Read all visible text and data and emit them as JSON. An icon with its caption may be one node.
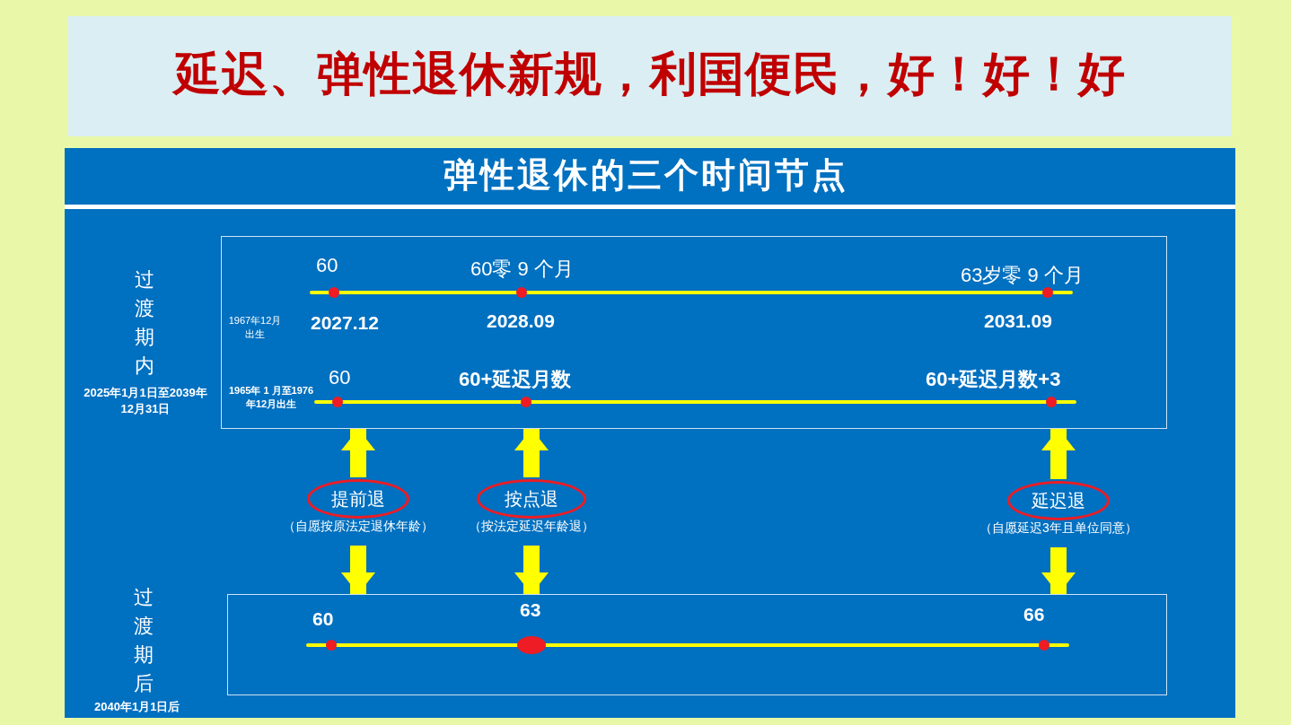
{
  "diagram": {
    "title": "延迟、弹性退休新规，利国便民，好！好！好",
    "nodes": [
      {
        "text": [],
        "shape": "box"
      },
      {
        "text": [],
        "shape": "box"
      },
      {
        "text": [
          "提前退"
        ],
        "beside": [
          "（自愿按原法定退休年龄）"
        ]
      },
      {
        "text": [
          "按点退"
        ],
        "beside": [
          "（按法定延迟年龄退）"
        ]
      },
      {
        "text": [
          "延迟退"
        ],
        "beside": [
          "（自愿延迟3年且单位同意）"
        ]
      }
    ],
    "edges": [
      {
        "from": 2,
        "to": 0,
        "arrow": "to"
      },
      {
        "from": 3,
        "to": 0,
        "arrow": "to"
      },
      {
        "from": 4,
        "to": 0,
        "arrow": "to"
      },
      {
        "from": 2,
        "to": 1,
        "arrow": "to"
      },
      {
        "from": 3,
        "to": 1,
        "arrow": "to"
      },
      {
        "from": 4,
        "to": 1,
        "arrow": "to"
      }
    ],
    "labels": [
      "弹性退休的三个时间节点",
      "过渡期内",
      "60",
      "60零 9 个月",
      "63岁零 9 个月",
      "1967年12月出生",
      "2027.12",
      "2028.09",
      "2031.09",
      "60",
      "60+延迟月数",
      "60+延迟月数+3",
      "2025年1月1日至2039年12月31日",
      "1965年 1 月至1976年12月出生",
      "过渡期后",
      "60",
      "63",
      "66",
      "2040年1月1日后"
    ]
  }
}
